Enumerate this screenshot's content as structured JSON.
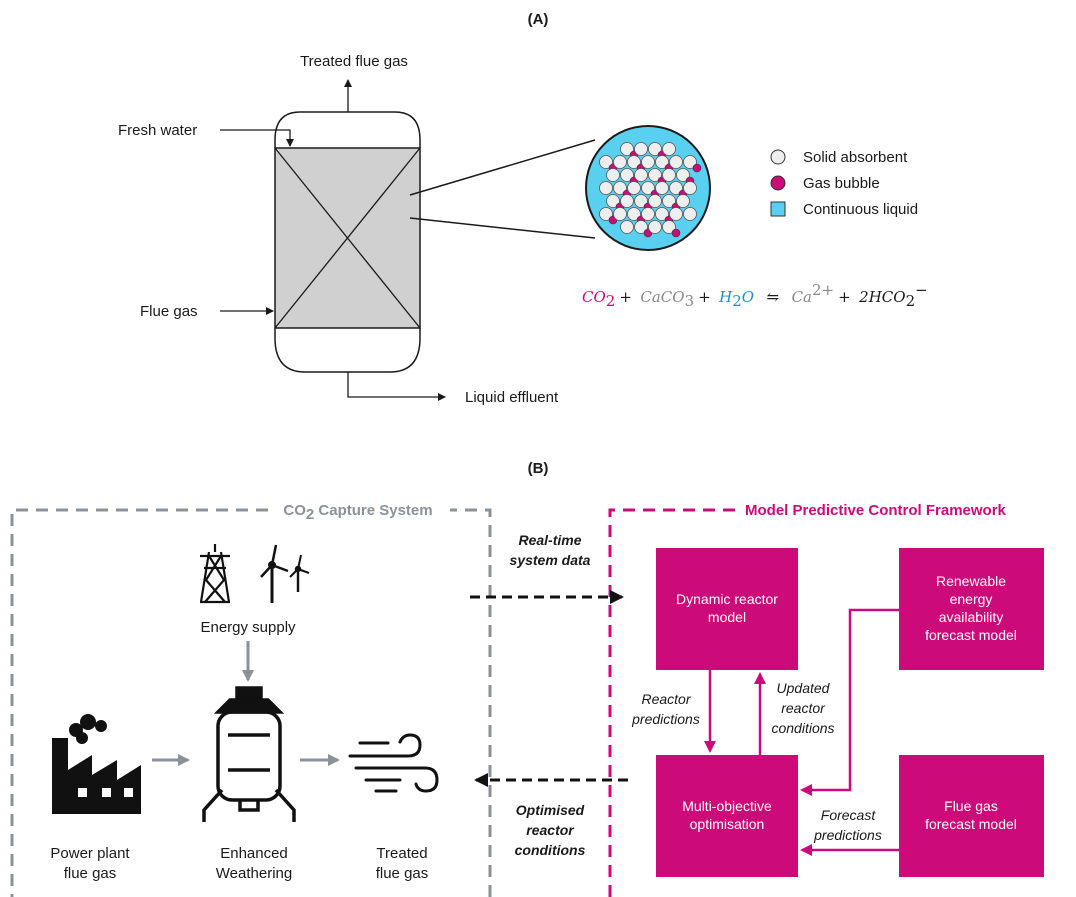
{
  "panel_a": {
    "label": "(A)",
    "treated_flue_gas": "Treated flue gas",
    "fresh_water": "Fresh water",
    "flue_gas": "Flue gas",
    "liquid_effluent": "Liquid  effluent",
    "legend": [
      {
        "label": "Solid absorbent",
        "color": "#eeeeee"
      },
      {
        "label": "Gas bubble",
        "color": "#cc0a7a"
      },
      {
        "label": "Continuous liquid",
        "color": "#5ad0f0"
      }
    ],
    "equation": {
      "co2": "CO",
      "co2_sub": "2",
      "plus1": "+",
      "caco3": "CaCO",
      "caco3_sub": "3",
      "plus2": "+",
      "h2o_h": "H",
      "h2o_sub": "2",
      "h2o_o": "O",
      "arrow": "⇋",
      "ca": "Ca",
      "ca_sup": "2+",
      "plus3": "+",
      "hco": "2HCO",
      "hco_sub": "2",
      "hco_sup": "−"
    },
    "colors": {
      "co2": "#cc0a7a",
      "caco3": "#8a8a8a",
      "h2o": "#1a8fd0",
      "ca": "#8a8a8a",
      "product": "#1a1a1a"
    }
  },
  "panel_b": {
    "label": "(B)",
    "capture_system": {
      "title_prefix": "CO",
      "title_sub": "2",
      "title_suffix": " Capture System",
      "energy_supply": "Energy supply",
      "power_plant_l1": "Power plant",
      "power_plant_l2": "flue gas",
      "enhanced_l1": "Enhanced",
      "enhanced_l2": "Weathering",
      "treated_l1": "Treated",
      "treated_l2": "flue gas"
    },
    "mpc": {
      "title": "Model Predictive Control Framework",
      "dynamic_l1": "Dynamic reactor",
      "dynamic_l2": "model",
      "renewable_l1": "Renewable",
      "renewable_l2": "energy",
      "renewable_l3": "availability",
      "renewable_l4": "forecast model",
      "multi_l1": "Multi-objective",
      "multi_l2": "optimisation",
      "flue_l1": "Flue gas",
      "flue_l2": "forecast model",
      "reactor_pred_l1": "Reactor",
      "reactor_pred_l2": "predictions",
      "updated_l1": "Updated",
      "updated_l2": "reactor",
      "updated_l3": "conditions",
      "forecast_l1": "Forecast",
      "forecast_l2": "predictions"
    },
    "realtime_l1": "Real-time",
    "realtime_l2": "system data",
    "optimised_l1": "Optimised",
    "optimised_l2": "reactor",
    "optimised_l3": "conditions",
    "colors": {
      "magenta": "#cc0a7a",
      "gray": "#8a9199"
    }
  }
}
